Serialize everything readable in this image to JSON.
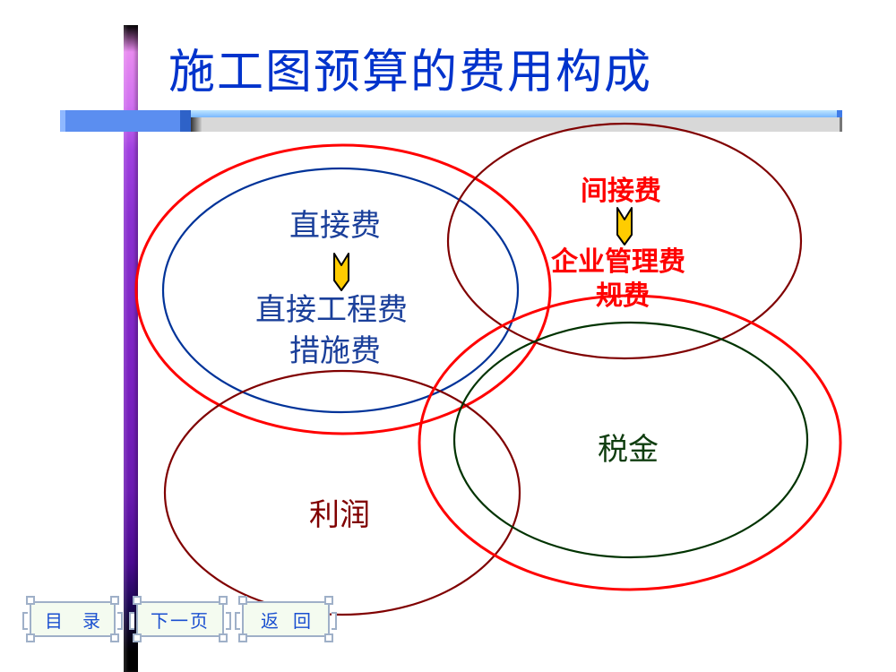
{
  "slide": {
    "title": "施工图预算的费用构成"
  },
  "diagram": {
    "direct_cost": {
      "heading": "直接费",
      "items": [
        "直接工程费",
        "措施费"
      ],
      "text_color": "#1a3f9a",
      "ellipse_color": "#003399",
      "outer_ellipse_color": "#ff0000"
    },
    "indirect_cost": {
      "heading": "间接费",
      "items": [
        "企业管理费",
        "规费"
      ],
      "text_color": "#ff0000",
      "ellipse_color": "#800000"
    },
    "profit": {
      "label": "利润",
      "text_color": "#800000",
      "ellipse_color": "#800000"
    },
    "tax": {
      "label": "税金",
      "text_color": "#0f3d0f",
      "ellipse_color": "#003300",
      "outer_ellipse_color": "#ff0000"
    },
    "arrow_color": "#ffcc00"
  },
  "nav": {
    "toc": "目录",
    "next": "下一页",
    "back": "返回"
  }
}
